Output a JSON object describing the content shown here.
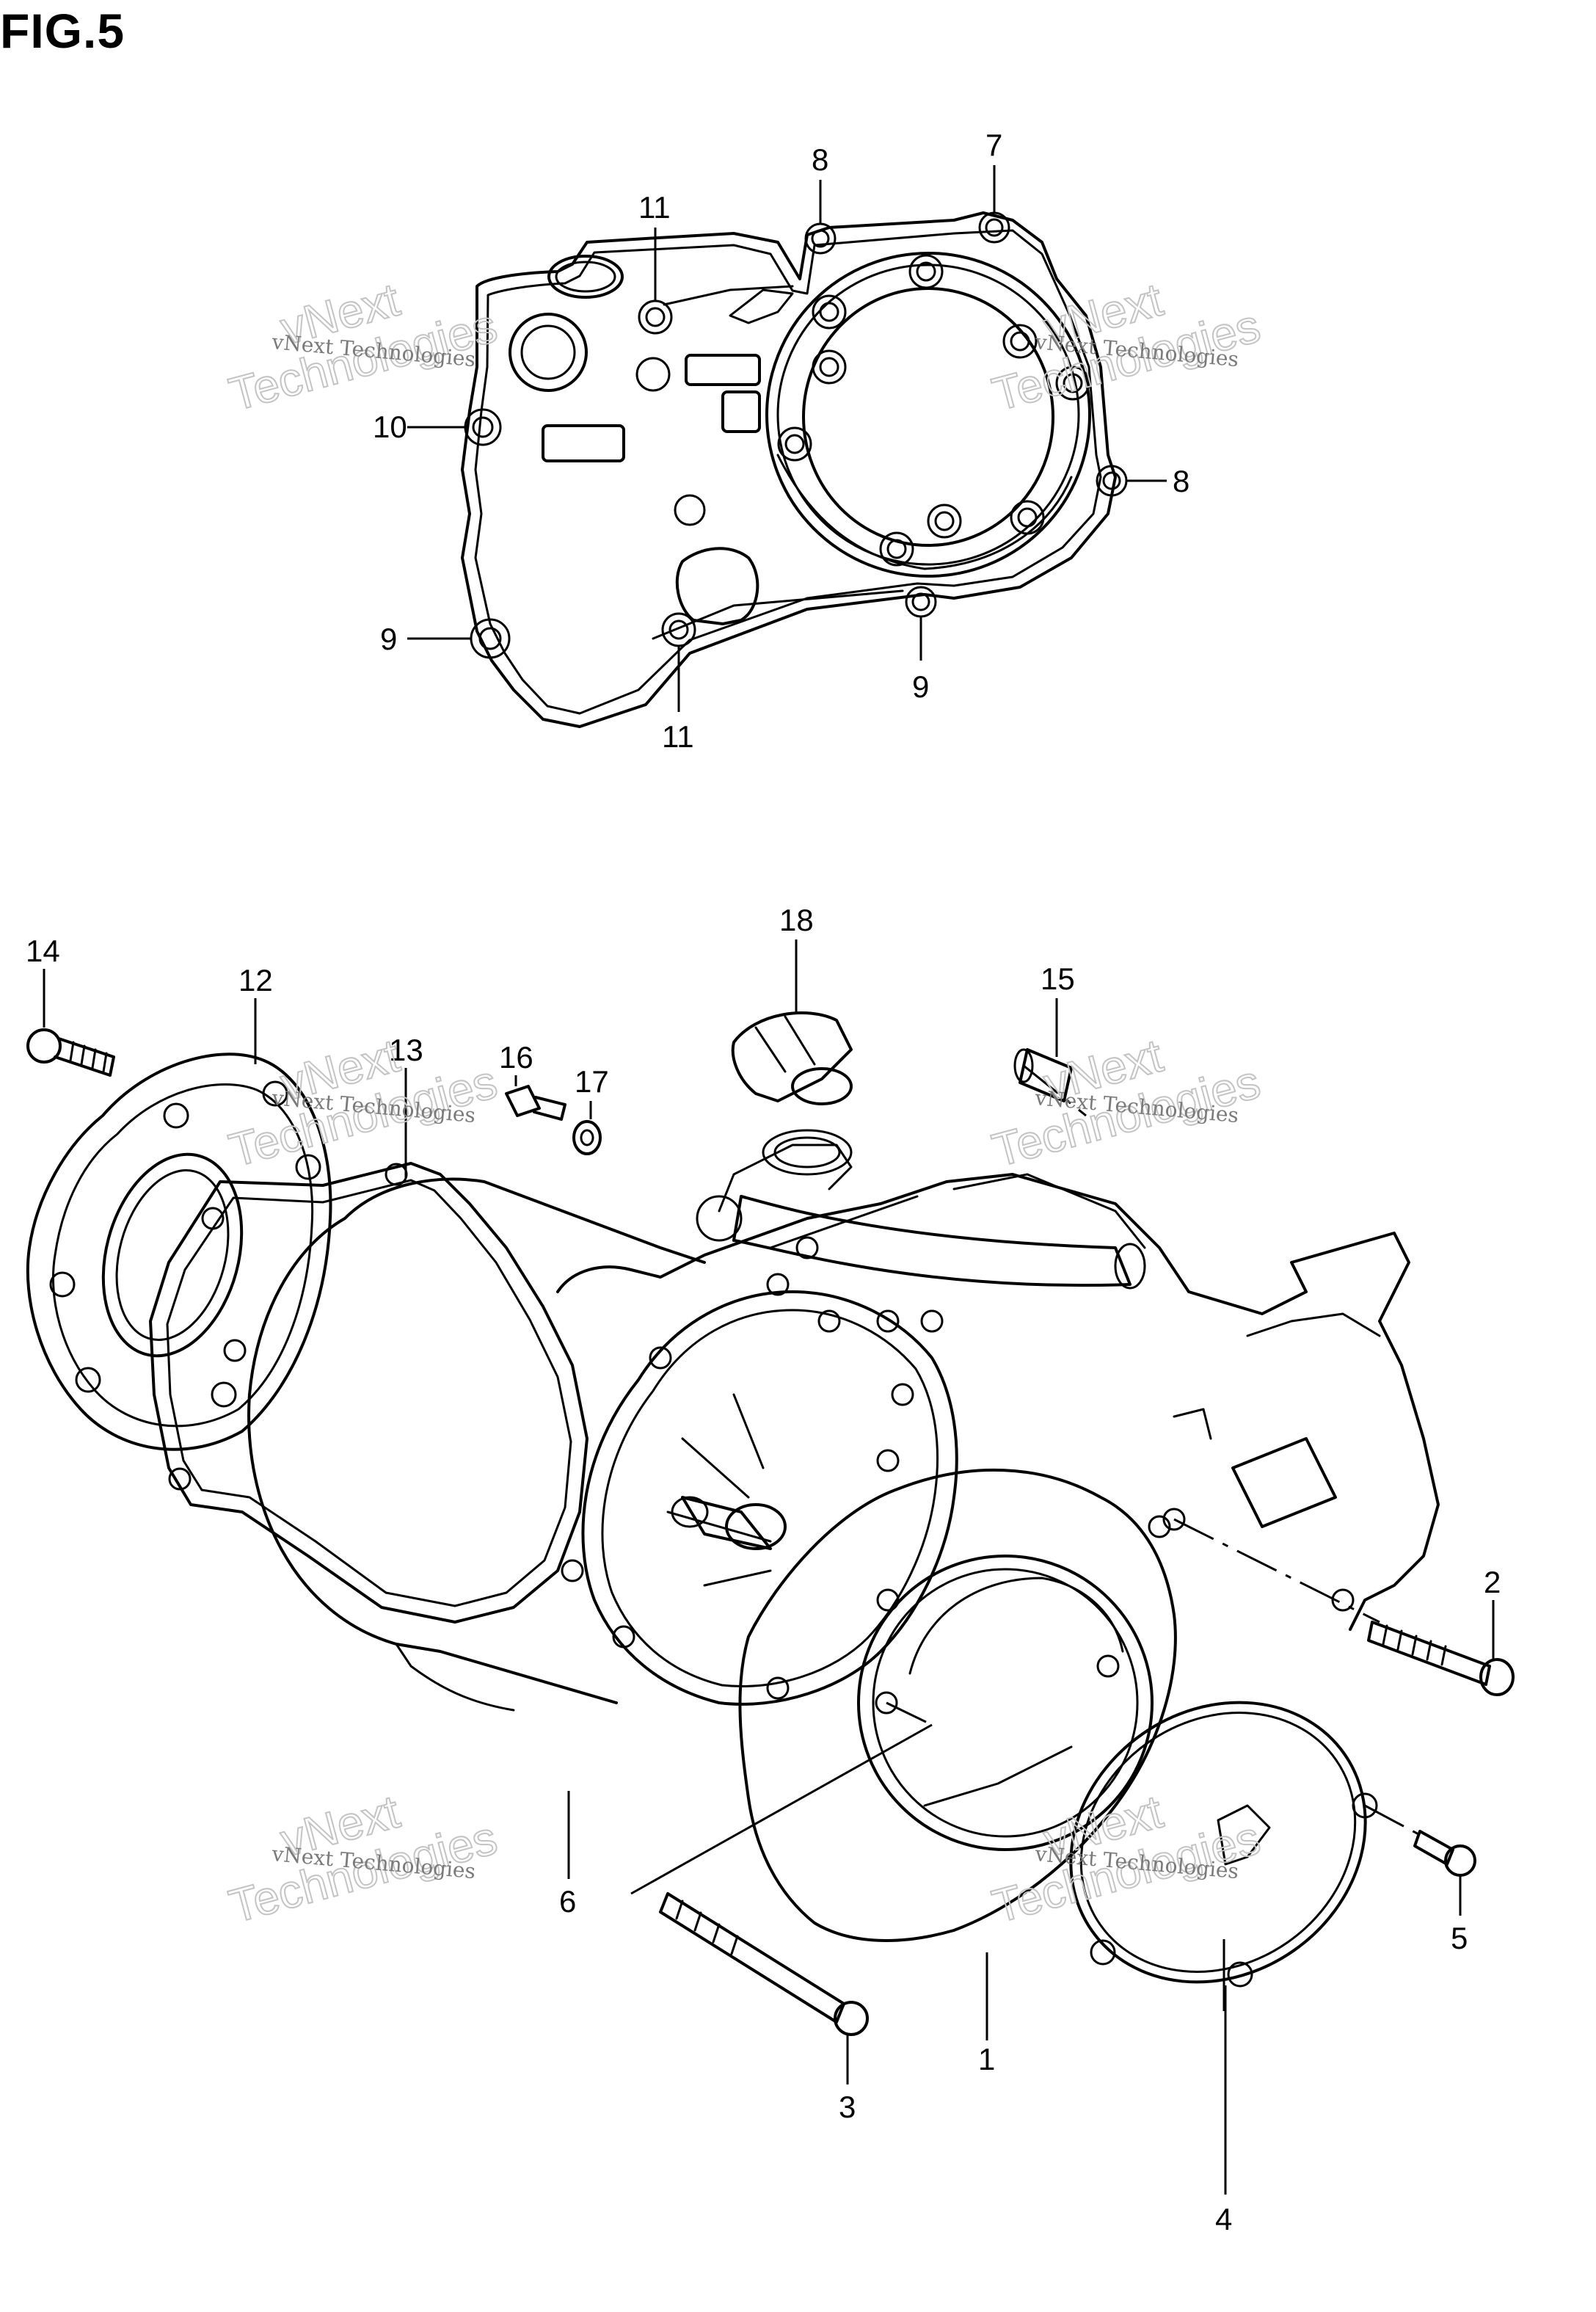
{
  "figure": {
    "title": "FIG.5"
  },
  "watermark": {
    "line1": "vNext Technologies",
    "line2a": "vNext",
    "line2b": "Technologies"
  },
  "callouts": {
    "c1": "1",
    "c2": "2",
    "c3": "3",
    "c4": "4",
    "c5": "5",
    "c6": "6",
    "c7": "7",
    "c8a": "8",
    "c8b": "8",
    "c9a": "9",
    "c9b": "9",
    "c10": "10",
    "c11a": "11",
    "c11b": "11",
    "c12": "12",
    "c13": "13",
    "c14": "14",
    "c15": "15",
    "c16": "16",
    "c17": "17",
    "c18": "18"
  }
}
